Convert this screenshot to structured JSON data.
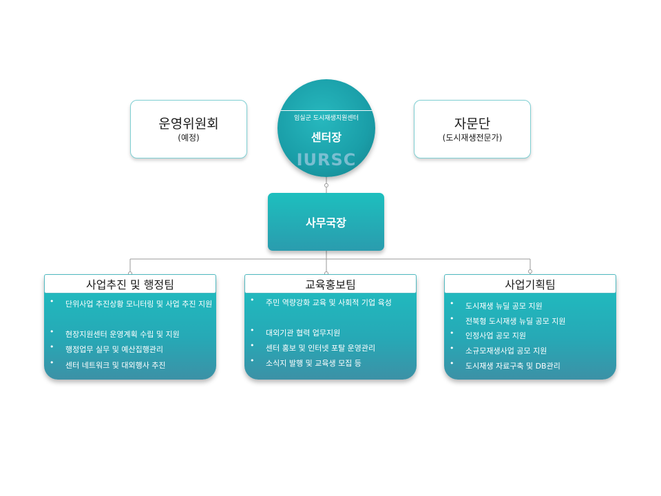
{
  "advisory": {
    "committee": {
      "title": "운영위원회",
      "subtitle": "(예정)"
    },
    "advisors": {
      "title": "자문단",
      "subtitle": "(도시재생전문가)"
    }
  },
  "center": {
    "org_name": "임실군 도시재생지원센터",
    "director": "센터장",
    "logo_text": "IURSC"
  },
  "secretary": {
    "label": "사무국장"
  },
  "teams": [
    {
      "title": "사업추진 및 행정팀",
      "items": [
        "단위사업 추진상황 모니터링 및 사업 추진 지원",
        "현장지원센터 운영계획 수립 및 지원",
        "행정업무 실무 및 예산집행관리",
        "센터 네트워크 및 대외행사 추진"
      ]
    },
    {
      "title": "교육홍보팀",
      "items": [
        "주민 역량강화 교육 및 사회적 기업 육성",
        "대외기관 협력 업무지원",
        "센터 홍보 및 인터넷 포탈 운영관리",
        "소식지 발행 및 교육생 모집 등"
      ]
    },
    {
      "title": "사업기획팀",
      "items": [
        "도시재생 뉴딜 공모 지원",
        "전북형 도시재생 뉴딜 공모 지원",
        "인정사업 공모 지원",
        "소규모재생사업 공모 지원",
        "도시재생 자료구축 및 DB관리"
      ]
    }
  ],
  "colors": {
    "teal": "#1fbfc1",
    "teal_dark": "#3c91a6",
    "connector": "#999999"
  }
}
